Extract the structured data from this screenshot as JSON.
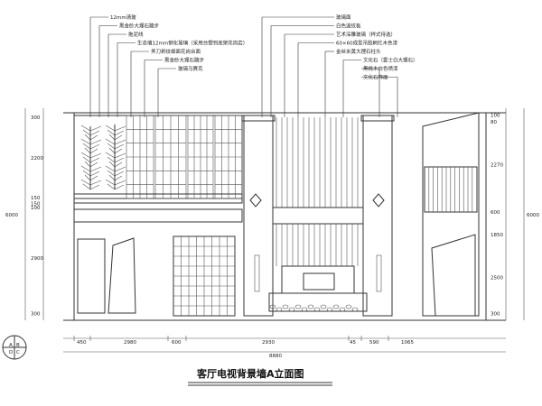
{
  "title": "客厅电视背景墙A立面图",
  "top_notes_left": [
    "12mm清玻",
    "黑金砂大理石踏步",
    "拖泥线",
    "生态墙12mm钢化玻璃（采用台塑到底架花岗岩）",
    "斧刀剁纹细面花岗台面",
    "黑金砂大理石踏步",
    "玻璃马赛克"
  ],
  "top_notes_right": [
    "玻璃面",
    "白色波纹板",
    "艺术深雕玻璃（样式待选）",
    "60×60成型吊胶刷红木色漆",
    "金丝米黄大理石柱头",
    "文化石（雾士白大理石）",
    "黑桃木白色喷漆",
    "文化石饰面"
  ],
  "bottom_dims": [
    "450",
    "2980",
    "600",
    "2930",
    "45",
    "590",
    "1065"
  ],
  "total_dim": "8880",
  "left_dims": [
    "300",
    "2200",
    "150",
    "150",
    "100",
    "2900",
    "300"
  ],
  "left_total": "6000",
  "right_dims": [
    "100",
    "80",
    "2270",
    "600",
    "1850",
    "2500",
    "300"
  ],
  "right_total": "6000",
  "compass_letters": [
    "A",
    "B",
    "C",
    "D"
  ]
}
